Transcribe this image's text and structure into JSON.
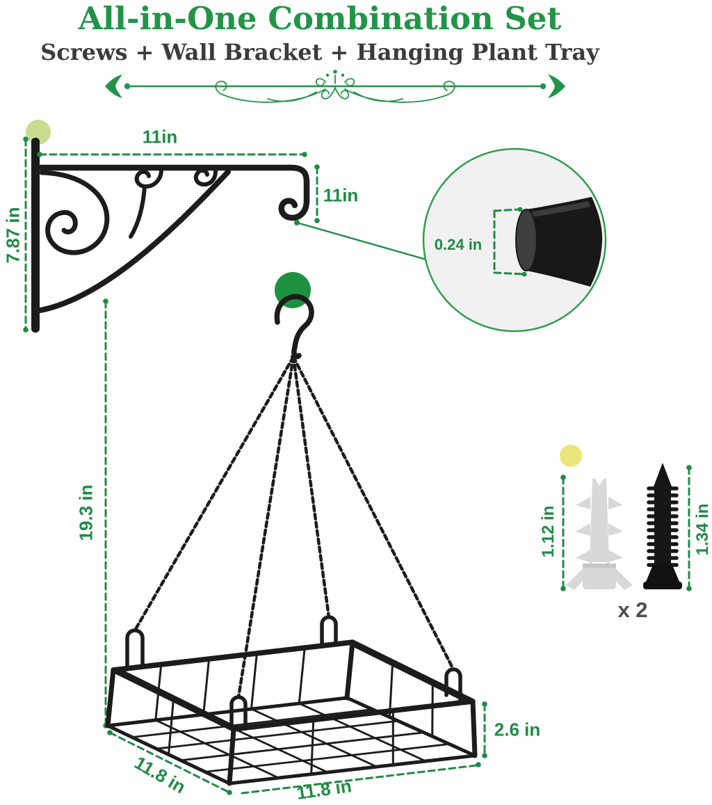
{
  "header": {
    "title": "All-in-One Combination Set",
    "subtitle": "Screws + Wall Bracket + Hanging Plant Tray"
  },
  "bracket": {
    "width": "11in",
    "height": "7.87 in",
    "hook_drop": "11in",
    "rod_diameter": "0.24 in"
  },
  "tray": {
    "hanging_height": "19.3 in",
    "side_depth": "11.8 in",
    "front_width": "11.8 in",
    "basket_height": "2.6 in"
  },
  "hardware": {
    "anchor_length": "1.12 in",
    "screw_length": "1.34 in",
    "quantity": "x 2"
  },
  "colors": {
    "title_green": "#219447",
    "dimension_green": "#1f8b45",
    "subtitle_gray": "#3b3b3b",
    "light_green_dot": "#c8dd8e",
    "green_dot": "#1d9140",
    "yellow_dot": "#ebe67c"
  }
}
